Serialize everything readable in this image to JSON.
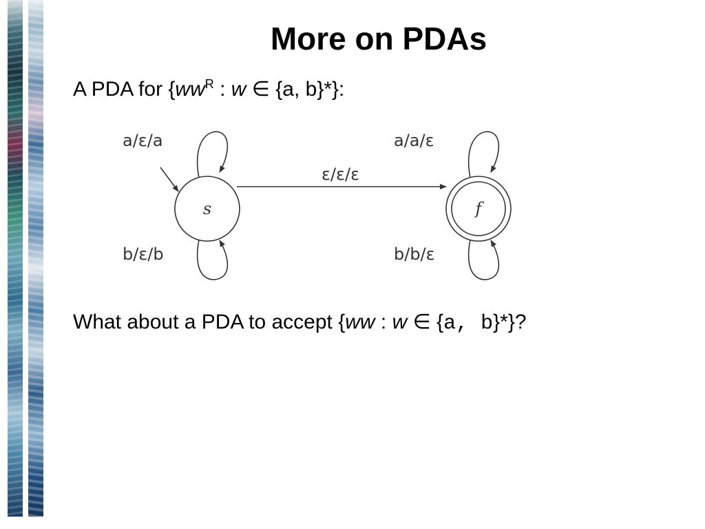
{
  "slide": {
    "title": "More on PDAs",
    "line1": {
      "prefix": "A PDA for {",
      "w1": "ww",
      "sup": "R",
      "colon": " : ",
      "w2": "w",
      "rest": " ∈ {a, b}*}:"
    },
    "line2": {
      "prefix": "What about a PDA to accept {",
      "w1": "ww",
      "colon": " : ",
      "w2": "w",
      "member": " ∈ {",
      "alphabet": "a, b",
      "rest": "}*}?"
    }
  },
  "diagram": {
    "states": [
      {
        "id": "s",
        "label": "s",
        "start": true,
        "accept": false
      },
      {
        "id": "f",
        "label": "f",
        "start": false,
        "accept": true
      }
    ],
    "transitions": [
      {
        "from": "s",
        "to": "s",
        "label": "a/ε/a"
      },
      {
        "from": "s",
        "to": "s",
        "label": "b/ε/b"
      },
      {
        "from": "s",
        "to": "f",
        "label": "ε/ε/ε"
      },
      {
        "from": "f",
        "to": "f",
        "label": "a/a/ε"
      },
      {
        "from": "f",
        "to": "f",
        "label": "b/b/ε"
      }
    ],
    "stroke_color": "#333333"
  }
}
